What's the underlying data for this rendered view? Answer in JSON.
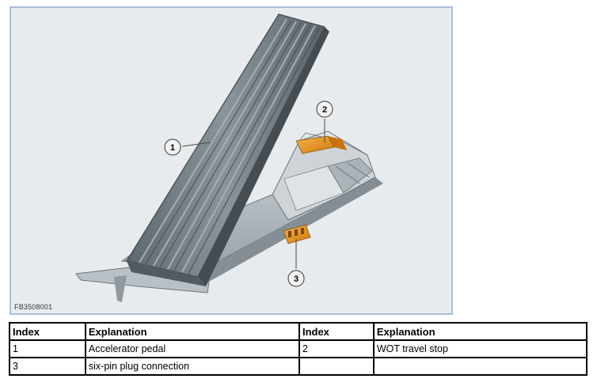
{
  "figure": {
    "id": "FB3508001",
    "callouts": [
      {
        "number": "1"
      },
      {
        "number": "2"
      },
      {
        "number": "3"
      }
    ]
  },
  "legend": {
    "headers": [
      "Index",
      "Explanation",
      "Index",
      "Explanation"
    ],
    "rows": [
      [
        "1",
        "Accelerator pedal",
        "2",
        "WOT travel stop"
      ],
      [
        "3",
        "six-pin plug connection",
        "",
        ""
      ]
    ]
  },
  "colors": {
    "frame_border": "#a9bfd8",
    "pedal": "#6f7980",
    "stop_orange": "#e8961a"
  }
}
